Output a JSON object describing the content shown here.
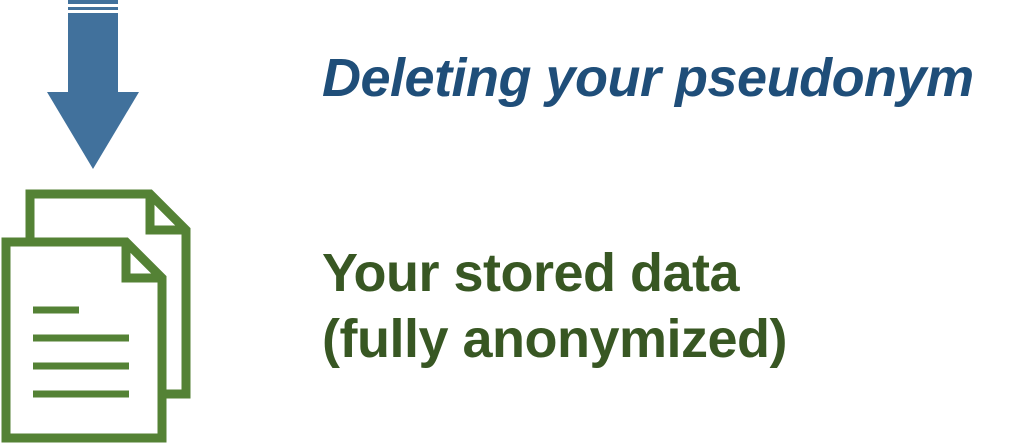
{
  "colors": {
    "arrow": "#41719c",
    "step_text": "#1f4e79",
    "document": "#548235",
    "result_text": "#385723"
  },
  "icons": {
    "arrow": "arrow-down-icon",
    "documents": "documents-icon"
  },
  "step": {
    "label": "Deleting your pseudonym"
  },
  "result": {
    "line1": "Your stored data",
    "line2": "(fully anonymized)"
  }
}
